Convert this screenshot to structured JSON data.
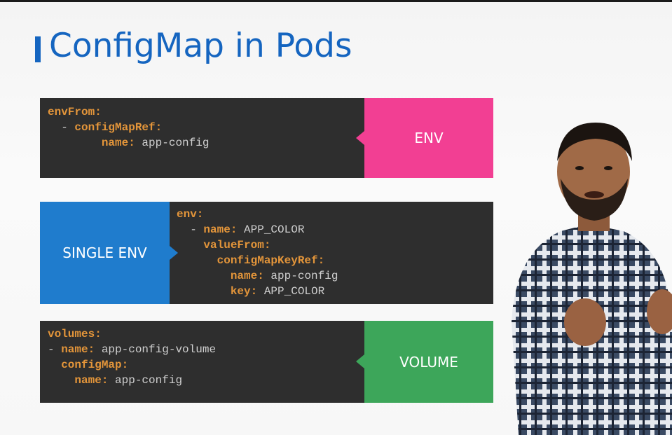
{
  "slide": {
    "title": "ConfigMap in Pods"
  },
  "blocks": {
    "env": {
      "label": "ENV",
      "lines": [
        {
          "indent": "",
          "key": "envFrom:",
          "value": ""
        },
        {
          "indent": "  - ",
          "key": "configMapRef:",
          "value": ""
        },
        {
          "indent": "        ",
          "key": "name:",
          "value": " app-config"
        }
      ]
    },
    "single_env": {
      "label": "SINGLE ENV",
      "lines": [
        {
          "indent": "",
          "key": "env:",
          "value": ""
        },
        {
          "indent": "  - ",
          "key": "name:",
          "value": " APP_COLOR"
        },
        {
          "indent": "    ",
          "key": "valueFrom:",
          "value": ""
        },
        {
          "indent": "      ",
          "key": "configMapKeyRef:",
          "value": ""
        },
        {
          "indent": "        ",
          "key": "name:",
          "value": " app-config"
        },
        {
          "indent": "        ",
          "key": "key:",
          "value": " APP_COLOR"
        }
      ]
    },
    "volume": {
      "label": "VOLUME",
      "lines": [
        {
          "indent": "",
          "key": "volumes:",
          "value": ""
        },
        {
          "indent": "- ",
          "key": "name:",
          "value": " app-config-volume"
        },
        {
          "indent": "  ",
          "key": "configMap:",
          "value": ""
        },
        {
          "indent": "    ",
          "key": "name:",
          "value": " app-config"
        }
      ]
    }
  },
  "colors": {
    "title": "#1565c0",
    "env_tag": "#f23f93",
    "single_env_tag": "#1f7ccd",
    "volume_tag": "#3da65a",
    "code_bg": "#2e2e2e",
    "code_key": "#e3953a"
  }
}
